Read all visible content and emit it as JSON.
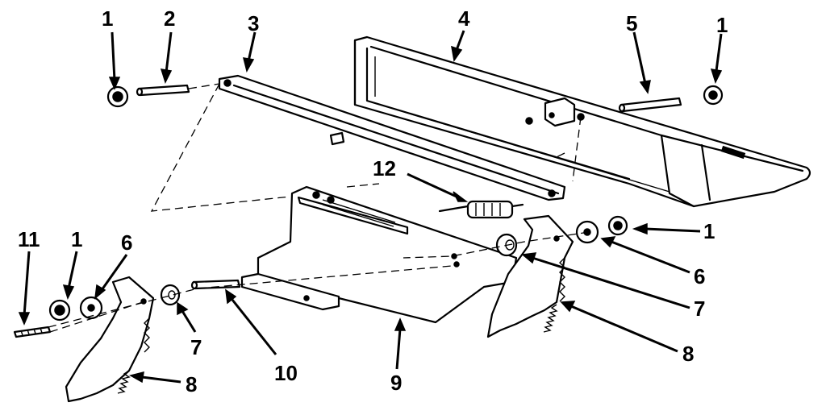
{
  "callouts": [
    {
      "label": "1"
    },
    {
      "label": "2"
    },
    {
      "label": "3"
    },
    {
      "label": "4"
    },
    {
      "label": "5"
    },
    {
      "label": "1"
    },
    {
      "label": "12"
    },
    {
      "label": "1"
    },
    {
      "label": "6"
    },
    {
      "label": "7"
    },
    {
      "label": "8"
    },
    {
      "label": "11"
    },
    {
      "label": "1"
    },
    {
      "label": "6"
    },
    {
      "label": "7"
    },
    {
      "label": "8"
    },
    {
      "label": "10"
    },
    {
      "label": "9"
    }
  ]
}
